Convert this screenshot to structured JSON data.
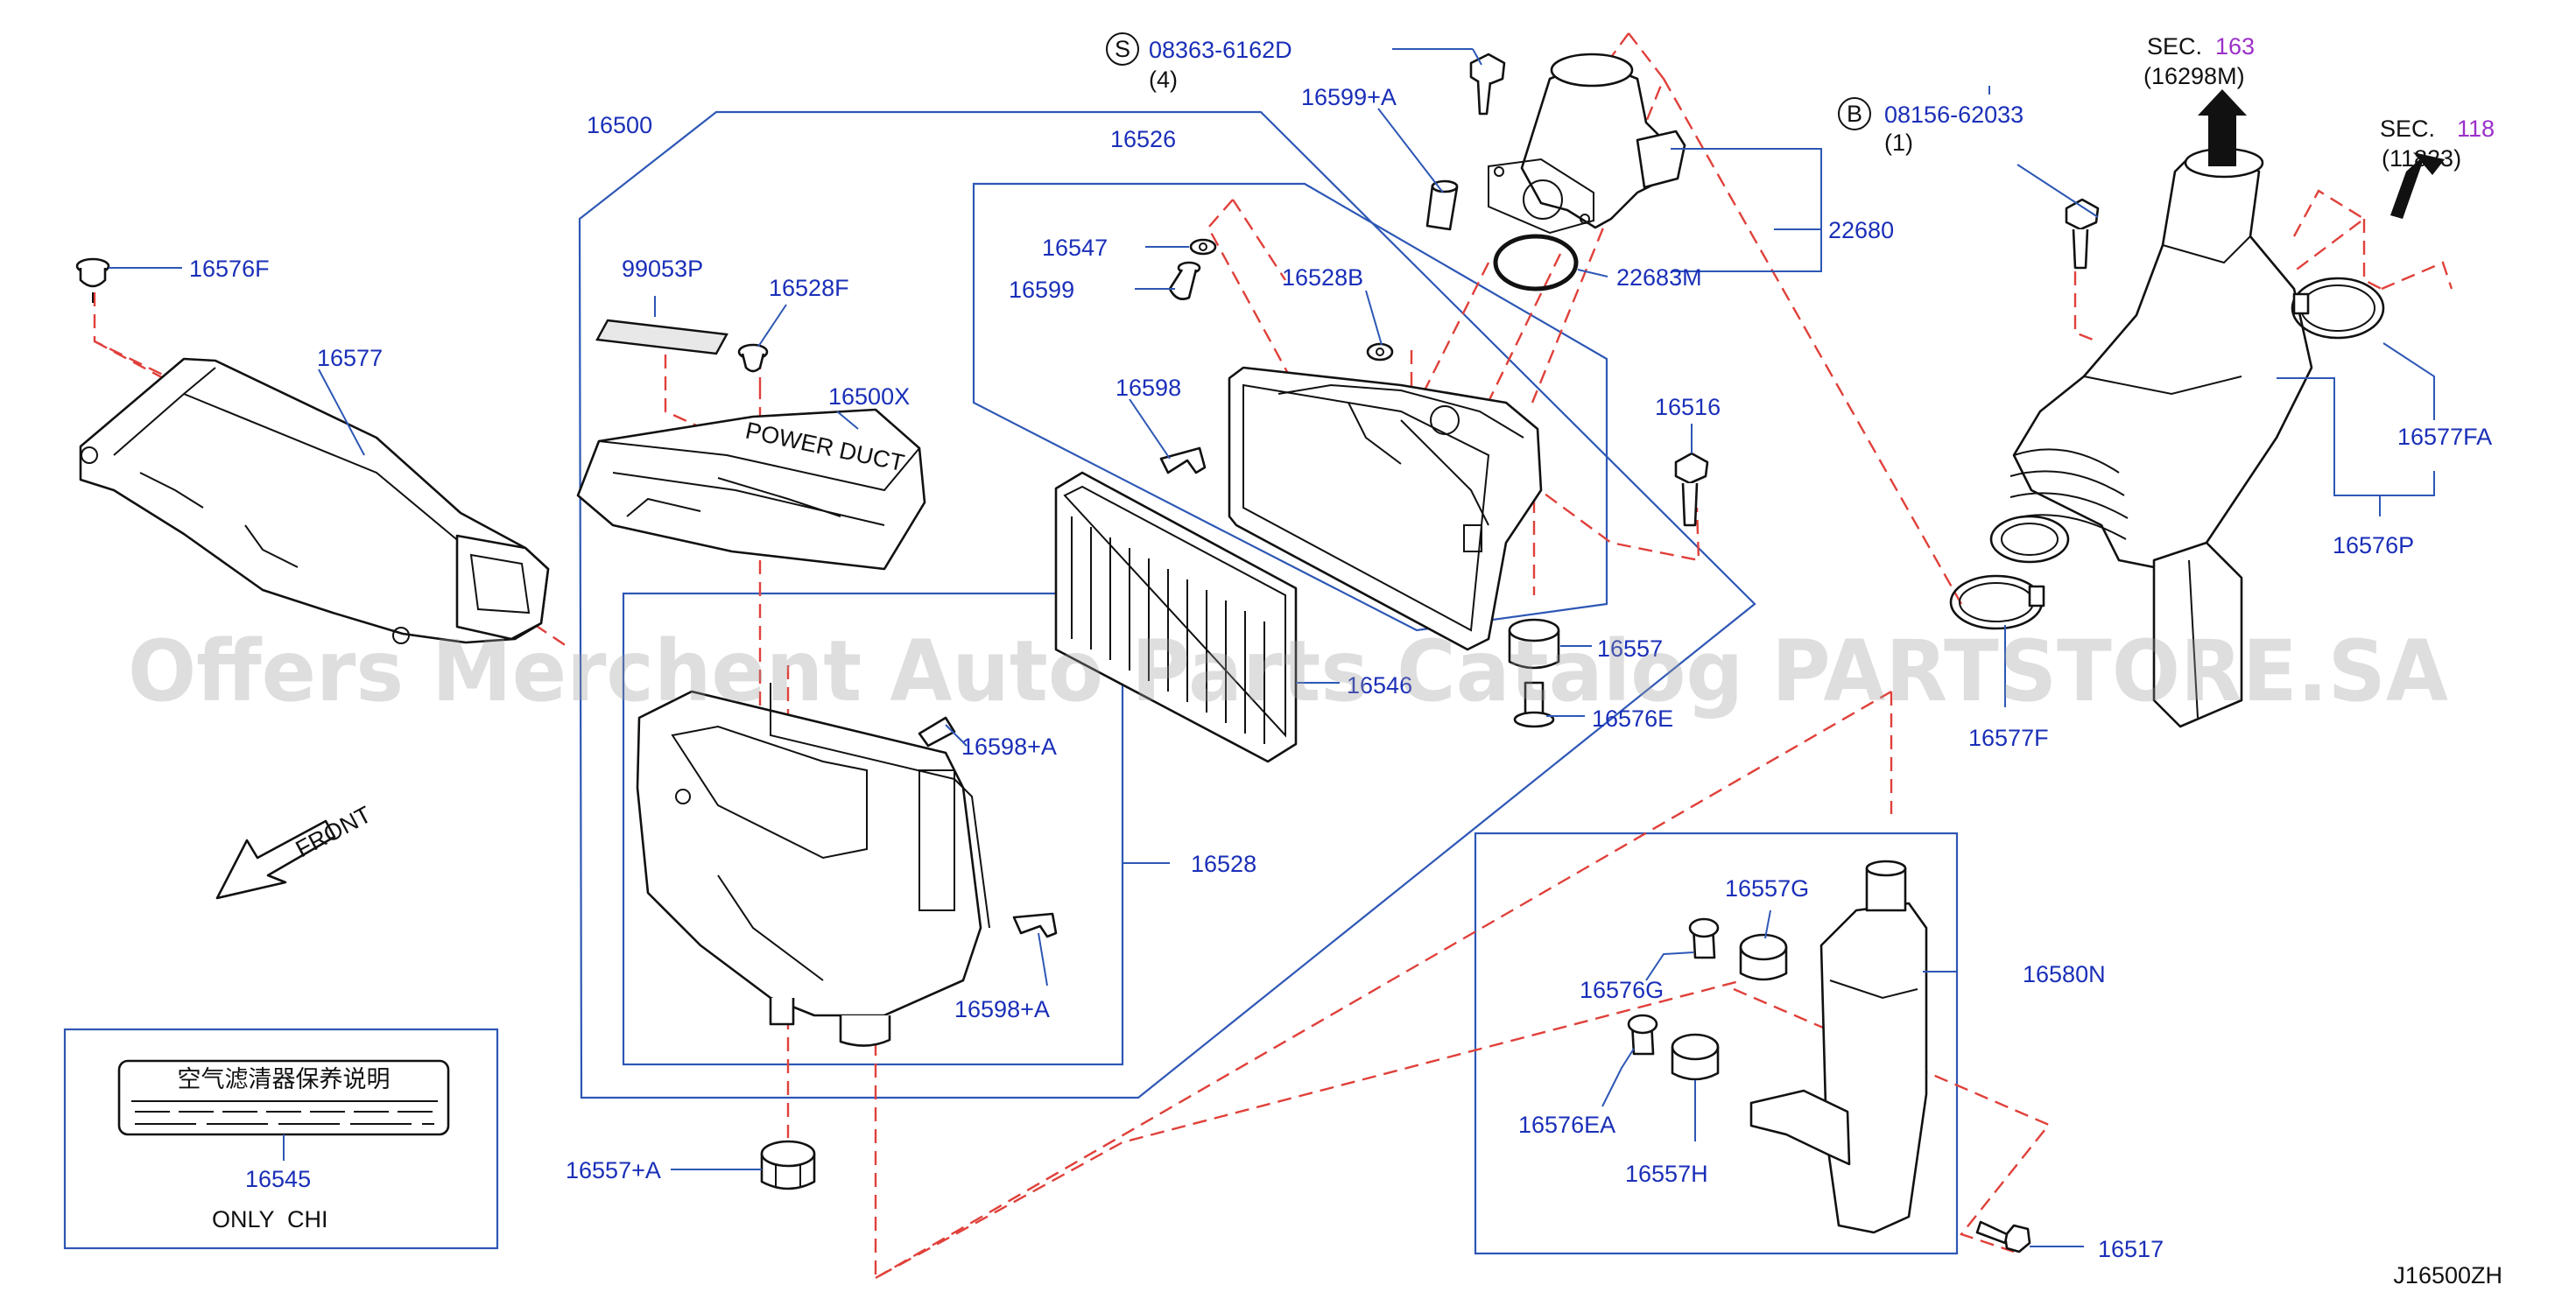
{
  "diagram_code": "J16500ZH",
  "watermark": "Offers Merchent Auto Parts Catalog PARTSTORE.SA",
  "front_label": "FRONT",
  "parts": {
    "p16500": "16500",
    "p16526": "16526",
    "p16576F": "16576F",
    "p16577": "16577",
    "p99053P": "99053P",
    "p16528F": "16528F",
    "p16500X": "16500X",
    "p16547": "16547",
    "p16599": "16599",
    "p16528B": "16528B",
    "p16598": "16598",
    "p16599A": "16599+A",
    "p22683M": "22683M",
    "p22680": "22680",
    "p16516": "16516",
    "p16557": "16557",
    "p16546": "16546",
    "p16576E": "16576E",
    "p16598A_top": "16598+A",
    "p16598A_bot": "16598+A",
    "p16528": "16528",
    "p16557A": "16557+A",
    "p16545": "16545",
    "p16577F": "16577F",
    "p16577FA": "16577FA",
    "p16576P": "16576P",
    "p16580N": "16580N",
    "p16557G": "16557G",
    "p16576G": "16576G",
    "p16576EA": "16576EA",
    "p16557H": "16557H",
    "p16517": "16517"
  },
  "bolt_s": {
    "letter": "S",
    "code": "08363-6162D",
    "qty": "(4)"
  },
  "bolt_b": {
    "letter": "B",
    "code": "08156-62033",
    "qty": "(1)"
  },
  "sec163": {
    "prefix": "SEC.",
    "num": "163",
    "ref": "(16298M)"
  },
  "sec118": {
    "prefix": "SEC.",
    "num": "118",
    "ref": "(11823)"
  },
  "label_box": {
    "chinese_text": "空气滤清器保养说明",
    "note": "ONLY  CHI"
  },
  "duct_lettering": "POWER DUCT",
  "colors": {
    "label": "#1a2fb8",
    "frame": "#2d57b5",
    "dash": "#e0403a",
    "section_number": "#9b2fc9"
  }
}
